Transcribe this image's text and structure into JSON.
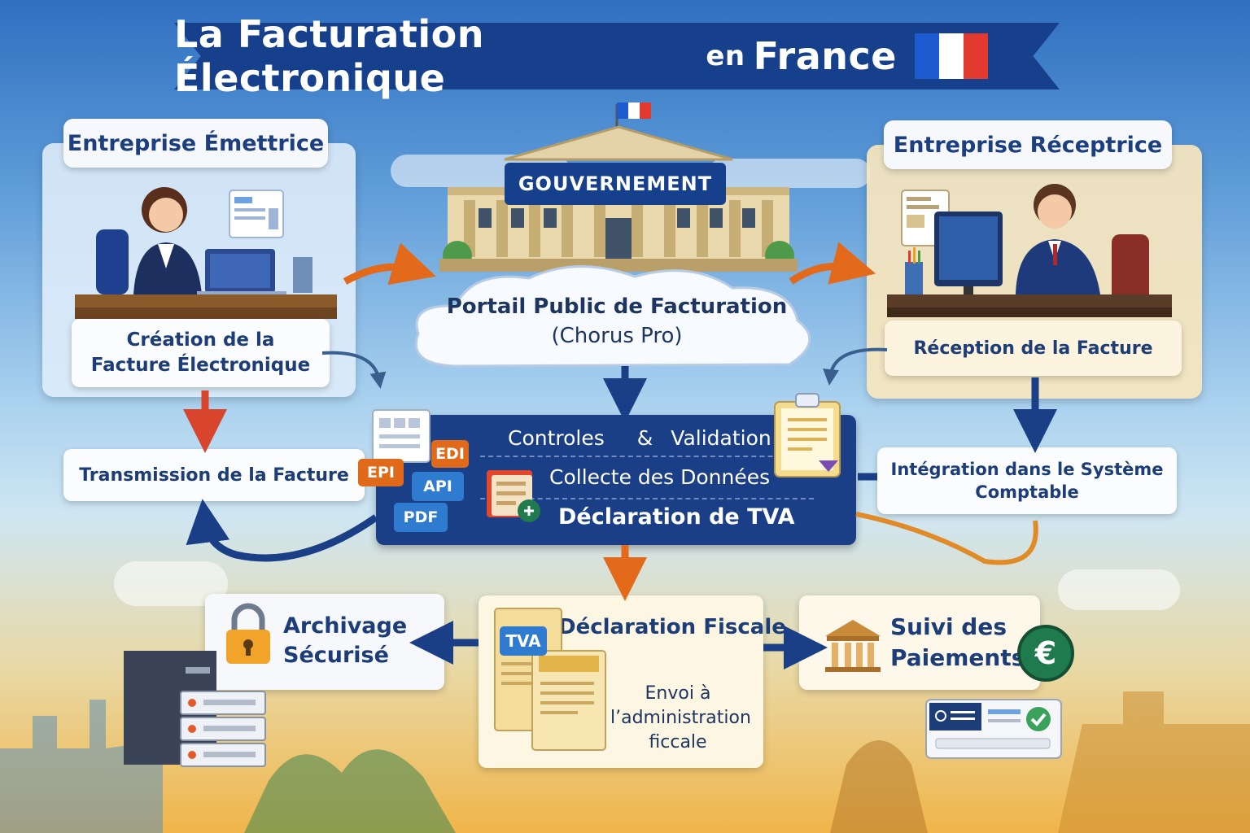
{
  "title": {
    "main": "La Facturation Électronique",
    "connector": "en",
    "country": "France"
  },
  "sender": {
    "header": "Entreprise Émettrice",
    "step1_line1": "Création de la",
    "step1_line2": "Facture Électronique",
    "step2": "Transmission de la Facture"
  },
  "government": {
    "building_label": "GOUVERNEMENT",
    "portal_line1": "Portail Public de Facturation",
    "portal_line2": "(Chorus Pro)"
  },
  "receiver": {
    "header": "Entreprise Réceptrice",
    "step1": "Réception de la Facture",
    "step2_line1": "Intégration dans le Système",
    "step2_line2": "Comptable"
  },
  "process": {
    "row1_left": "Controles",
    "row1_amp": "&",
    "row1_right": "Validation",
    "row2": "Collecte des Données",
    "row3": "Déclaration de TVA",
    "formats": [
      "EDI",
      "EPI",
      "API",
      "PDF"
    ]
  },
  "archive": {
    "line1": "Archivage",
    "line2": "Sécurisé"
  },
  "fiscal": {
    "title": "Déclaration Fiscale",
    "doc_tag": "TVA",
    "line1": "Envoi à",
    "line2": "l’administration",
    "line3": "ficcale"
  },
  "payments": {
    "line1": "Suivi des",
    "line2": "Paiements",
    "currency_symbol": "€"
  },
  "colors": {
    "navy": "#1a3f86",
    "orange": "#e26a1a",
    "red": "#d9442c",
    "green": "#1f7a4d"
  }
}
